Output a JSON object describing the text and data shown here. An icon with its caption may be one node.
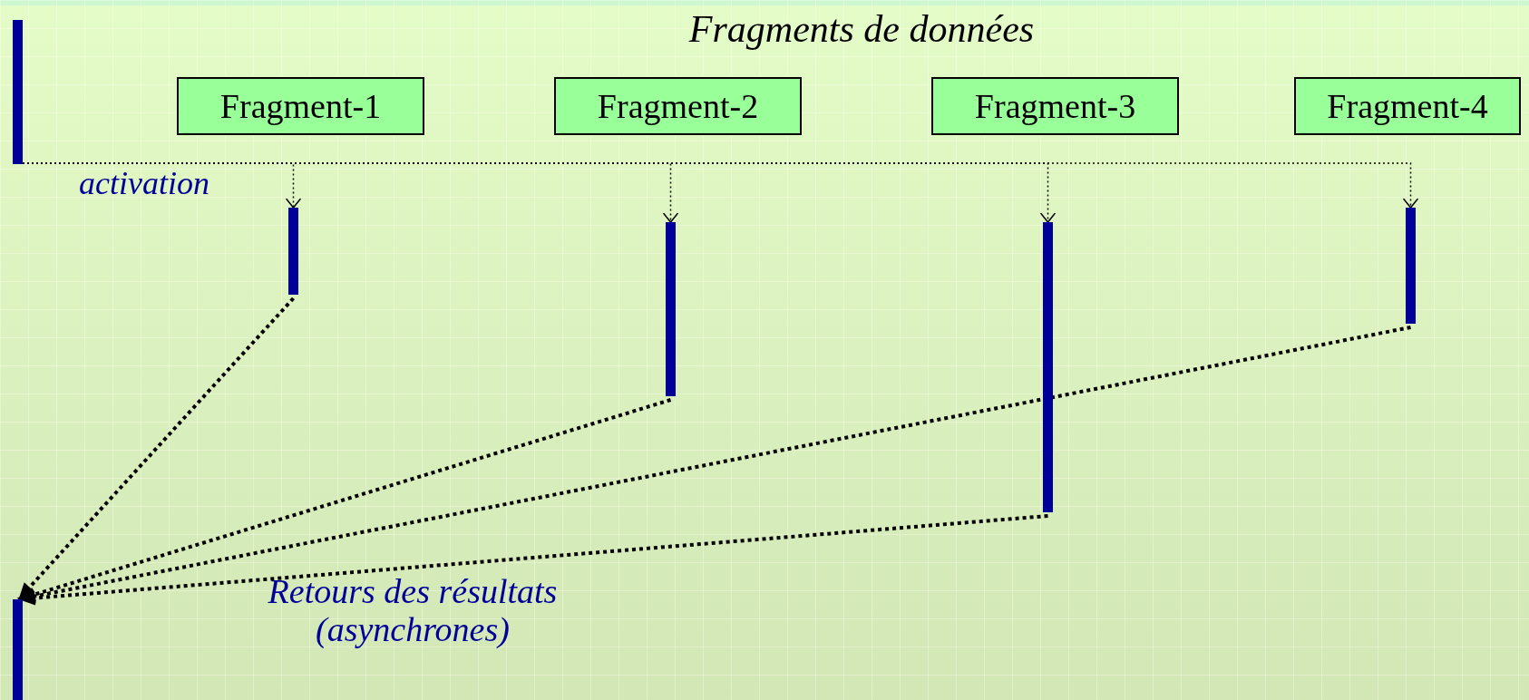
{
  "diagram": {
    "title": "Fragments de données",
    "nodes": [
      {
        "text": [],
        "shape": "bar"
      },
      {
        "text": [
          "Fragment-1"
        ]
      },
      {
        "text": [
          "Fragment-2"
        ]
      },
      {
        "text": [
          "Fragment-3"
        ]
      },
      {
        "text": [
          "Fragment-4"
        ]
      },
      {
        "text": [],
        "shape": "bar"
      },
      {
        "text": [],
        "shape": "bar"
      },
      {
        "text": [],
        "shape": "bar"
      },
      {
        "text": [],
        "shape": "bar"
      },
      {
        "text": [],
        "shape": "bar"
      }
    ],
    "edges": [
      {
        "from": 0,
        "to": 5,
        "arrow": "to",
        "style": "dashed"
      },
      {
        "from": 0,
        "to": 6,
        "arrow": "to",
        "style": "dashed"
      },
      {
        "from": 0,
        "to": 7,
        "arrow": "to",
        "style": "dashed"
      },
      {
        "from": 0,
        "to": 8,
        "arrow": "to",
        "style": "dashed"
      },
      {
        "from": 5,
        "to": 9,
        "arrow": "to",
        "style": "dashed"
      },
      {
        "from": 6,
        "to": 9,
        "arrow": "to",
        "style": "dashed"
      },
      {
        "from": 8,
        "to": 9,
        "arrow": "to",
        "style": "dashed"
      },
      {
        "from": 7,
        "to": 9,
        "arrow": "to",
        "style": "dashed"
      }
    ],
    "labels": [
      "activation",
      "Retours des résultats (asynchrones)"
    ]
  }
}
